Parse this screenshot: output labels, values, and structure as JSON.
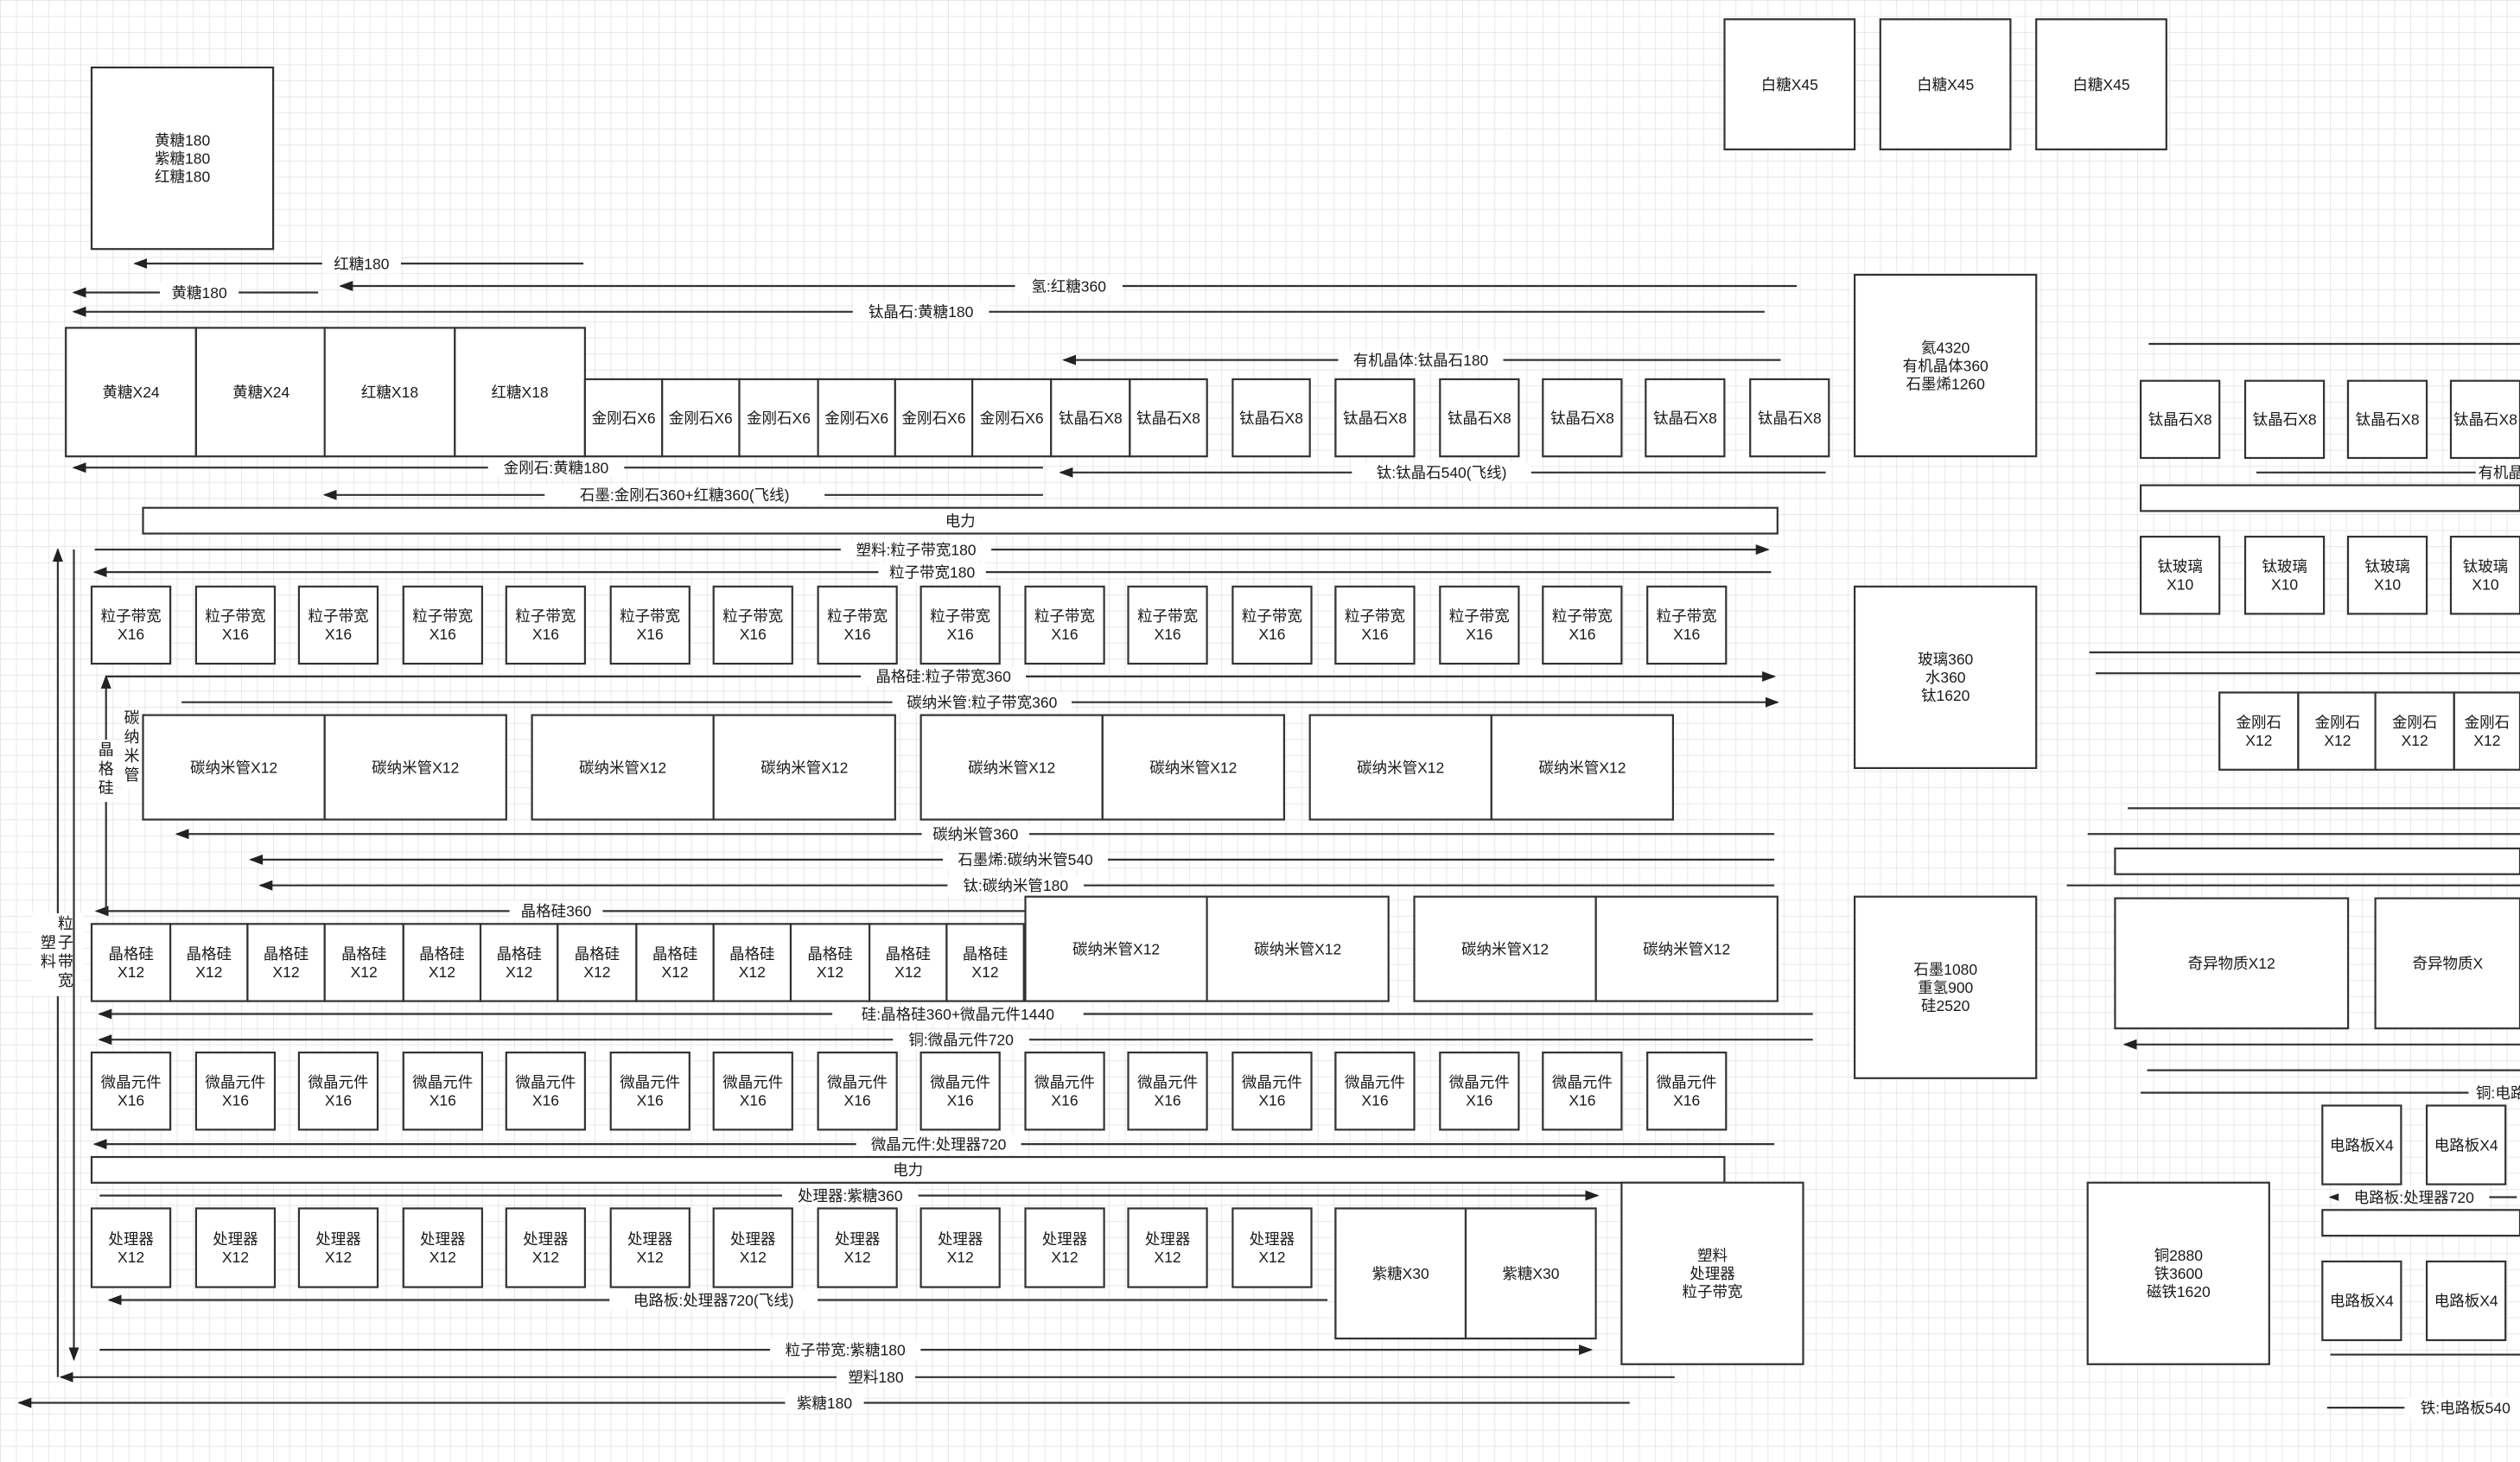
{
  "boxes": [
    {
      "lines": [
        "黄糖180",
        "紫糖180",
        "红糖180"
      ]
    },
    {
      "lines": [
        "白糖X45"
      ]
    },
    {
      "lines": [
        "白糖X45"
      ]
    },
    {
      "lines": [
        "白糖X45"
      ]
    },
    {
      "lines": [
        "黄糖X24"
      ]
    },
    {
      "lines": [
        "黄糖X24"
      ]
    },
    {
      "lines": [
        "红糖X18"
      ]
    },
    {
      "lines": [
        "红糖X18"
      ]
    },
    {
      "lines": [
        "金刚石X6"
      ]
    },
    {
      "lines": [
        "金刚石X6"
      ]
    },
    {
      "lines": [
        "金刚石X6"
      ]
    },
    {
      "lines": [
        "金刚石X6"
      ]
    },
    {
      "lines": [
        "金刚石X6"
      ]
    },
    {
      "lines": [
        "金刚石X6"
      ]
    },
    {
      "lines": [
        "钛晶石X8"
      ]
    },
    {
      "lines": [
        "钛晶石X8"
      ]
    },
    {
      "lines": [
        "钛晶石X8"
      ]
    },
    {
      "lines": [
        "钛晶石X8"
      ]
    },
    {
      "lines": [
        "钛晶石X8"
      ]
    },
    {
      "lines": [
        "钛晶石X8"
      ]
    },
    {
      "lines": [
        "钛晶石X8"
      ]
    },
    {
      "lines": [
        "钛晶石X8"
      ]
    },
    {
      "lines": [
        "氦4320",
        "有机晶体360",
        "石墨烯1260"
      ]
    },
    {
      "lines": [
        "钛晶石X8"
      ]
    },
    {
      "lines": [
        "钛晶石X8"
      ]
    },
    {
      "lines": [
        "钛晶石X8"
      ]
    },
    {
      "lines": [
        "钛晶石X8"
      ]
    },
    {
      "lines": [
        "电力"
      ]
    },
    {
      "lines": [
        "粒子带宽",
        "X16"
      ]
    },
    {
      "lines": [
        "粒子带宽",
        "X16"
      ]
    },
    {
      "lines": [
        "粒子带宽",
        "X16"
      ]
    },
    {
      "lines": [
        "粒子带宽",
        "X16"
      ]
    },
    {
      "lines": [
        "粒子带宽",
        "X16"
      ]
    },
    {
      "lines": [
        "粒子带宽",
        "X16"
      ]
    },
    {
      "lines": [
        "粒子带宽",
        "X16"
      ]
    },
    {
      "lines": [
        "粒子带宽",
        "X16"
      ]
    },
    {
      "lines": [
        "粒子带宽",
        "X16"
      ]
    },
    {
      "lines": [
        "粒子带宽",
        "X16"
      ]
    },
    {
      "lines": [
        "粒子带宽",
        "X16"
      ]
    },
    {
      "lines": [
        "粒子带宽",
        "X16"
      ]
    },
    {
      "lines": [
        "粒子带宽",
        "X16"
      ]
    },
    {
      "lines": [
        "粒子带宽",
        "X16"
      ]
    },
    {
      "lines": [
        "粒子带宽",
        "X16"
      ]
    },
    {
      "lines": [
        "粒子带宽",
        "X16"
      ]
    },
    {
      "lines": [
        "钛玻璃",
        "X10"
      ]
    },
    {
      "lines": [
        "钛玻璃",
        "X10"
      ]
    },
    {
      "lines": [
        "钛玻璃",
        "X10"
      ]
    },
    {
      "lines": [
        "钛玻璃",
        "X10"
      ]
    },
    {
      "lines": [
        "玻璃360",
        "水360",
        "钛1620"
      ]
    },
    {
      "lines": [
        "碳纳米管X12"
      ]
    },
    {
      "lines": [
        "碳纳米管X12"
      ]
    },
    {
      "lines": [
        "碳纳米管X12"
      ]
    },
    {
      "lines": [
        "碳纳米管X12"
      ]
    },
    {
      "lines": [
        "碳纳米管X12"
      ]
    },
    {
      "lines": [
        "碳纳米管X12"
      ]
    },
    {
      "lines": [
        "碳纳米管X12"
      ]
    },
    {
      "lines": [
        "碳纳米管X12"
      ]
    },
    {
      "lines": [
        "金刚石",
        "X12"
      ]
    },
    {
      "lines": [
        "金刚石",
        "X12"
      ]
    },
    {
      "lines": [
        "金刚石",
        "X12"
      ]
    },
    {
      "lines": [
        "金刚石",
        "X12"
      ]
    },
    {
      "lines": [
        "晶格硅",
        "X12"
      ]
    },
    {
      "lines": [
        "晶格硅",
        "X12"
      ]
    },
    {
      "lines": [
        "晶格硅",
        "X12"
      ]
    },
    {
      "lines": [
        "晶格硅",
        "X12"
      ]
    },
    {
      "lines": [
        "晶格硅",
        "X12"
      ]
    },
    {
      "lines": [
        "晶格硅",
        "X12"
      ]
    },
    {
      "lines": [
        "晶格硅",
        "X12"
      ]
    },
    {
      "lines": [
        "晶格硅",
        "X12"
      ]
    },
    {
      "lines": [
        "晶格硅",
        "X12"
      ]
    },
    {
      "lines": [
        "晶格硅",
        "X12"
      ]
    },
    {
      "lines": [
        "晶格硅",
        "X12"
      ]
    },
    {
      "lines": [
        "晶格硅",
        "X12"
      ]
    },
    {
      "lines": [
        "碳纳米管X12"
      ]
    },
    {
      "lines": [
        "碳纳米管X12"
      ]
    },
    {
      "lines": [
        "碳纳米管X12"
      ]
    },
    {
      "lines": [
        "碳纳米管X12"
      ]
    },
    {
      "lines": [
        "石墨1080",
        "重氢900",
        "硅2520"
      ]
    },
    {
      "lines": [
        "奇异物质X12"
      ]
    },
    {
      "lines": [
        "奇异物质X"
      ]
    },
    {
      "lines": [
        "微晶元件",
        "X16"
      ]
    },
    {
      "lines": [
        "微晶元件",
        "X16"
      ]
    },
    {
      "lines": [
        "微晶元件",
        "X16"
      ]
    },
    {
      "lines": [
        "微晶元件",
        "X16"
      ]
    },
    {
      "lines": [
        "微晶元件",
        "X16"
      ]
    },
    {
      "lines": [
        "微晶元件",
        "X16"
      ]
    },
    {
      "lines": [
        "微晶元件",
        "X16"
      ]
    },
    {
      "lines": [
        "微晶元件",
        "X16"
      ]
    },
    {
      "lines": [
        "微晶元件",
        "X16"
      ]
    },
    {
      "lines": [
        "微晶元件",
        "X16"
      ]
    },
    {
      "lines": [
        "微晶元件",
        "X16"
      ]
    },
    {
      "lines": [
        "微晶元件",
        "X16"
      ]
    },
    {
      "lines": [
        "微晶元件",
        "X16"
      ]
    },
    {
      "lines": [
        "微晶元件",
        "X16"
      ]
    },
    {
      "lines": [
        "微晶元件",
        "X16"
      ]
    },
    {
      "lines": [
        "微晶元件",
        "X16"
      ]
    },
    {
      "lines": [
        "电路板X4"
      ]
    },
    {
      "lines": [
        "电路板X4"
      ]
    },
    {
      "lines": [
        "电力"
      ]
    },
    {
      "lines": [
        "处理器",
        "X12"
      ]
    },
    {
      "lines": [
        "处理器",
        "X12"
      ]
    },
    {
      "lines": [
        "处理器",
        "X12"
      ]
    },
    {
      "lines": [
        "处理器",
        "X12"
      ]
    },
    {
      "lines": [
        "处理器",
        "X12"
      ]
    },
    {
      "lines": [
        "处理器",
        "X12"
      ]
    },
    {
      "lines": [
        "处理器",
        "X12"
      ]
    },
    {
      "lines": [
        "处理器",
        "X12"
      ]
    },
    {
      "lines": [
        "处理器",
        "X12"
      ]
    },
    {
      "lines": [
        "处理器",
        "X12"
      ]
    },
    {
      "lines": [
        "处理器",
        "X12"
      ]
    },
    {
      "lines": [
        "处理器",
        "X12"
      ]
    },
    {
      "lines": [
        "紫糖X30"
      ]
    },
    {
      "lines": [
        "紫糖X30"
      ]
    },
    {
      "lines": [
        "塑料",
        "处理器",
        "粒子带宽"
      ]
    },
    {
      "lines": [
        "铜2880",
        "铁3600",
        "磁铁1620"
      ]
    },
    {
      "lines": [
        "电路板X4"
      ]
    },
    {
      "lines": [
        "电路板X4"
      ]
    }
  ],
  "blank_bars": [
    {},
    {},
    {},
    {},
    {},
    {},
    {},
    {},
    {},
    {},
    {},
    {},
    {},
    {},
    {},
    {},
    {},
    {},
    {},
    {},
    {}
  ],
  "flows": [
    {
      "label": "红糖180"
    },
    {
      "label": "氢:红糖360"
    },
    {
      "label": "黄糖180"
    },
    {
      "label": "钛晶石:黄糖180"
    },
    {
      "label": "有机晶体:钛晶石180"
    },
    {
      "label": "金刚石:黄糖180"
    },
    {
      "label": "钛:钛晶石540(飞线)"
    },
    {
      "label": "石墨:金刚石360+红糖360(飞线)"
    },
    {
      "label": "有机晶"
    },
    {
      "label": "塑料:粒子带宽180"
    },
    {
      "label": "粒子带宽180"
    },
    {
      "label": "晶格硅:粒子带宽360"
    },
    {
      "label": "碳纳米管:粒子带宽360"
    },
    {
      "label": "碳纳米管360"
    },
    {
      "label": "石墨烯:碳纳米管540"
    },
    {
      "label": "钛:碳纳米管180"
    },
    {
      "label": "晶格硅360"
    },
    {
      "label": "硅:晶格硅360+微晶元件1440"
    },
    {
      "label": "铜:微晶元件720"
    },
    {
      "label": "铜:电路"
    },
    {
      "label": "微晶元件:处理器720"
    },
    {
      "label": "处理器:紫糖360"
    },
    {
      "label": "电路板:处理器720"
    },
    {
      "label": "电路板:处理器720(飞线)"
    },
    {
      "label": "粒子带宽:紫糖180"
    },
    {
      "label": "塑料180"
    },
    {
      "label": "紫糖180"
    },
    {
      "label": "铁:电路板540"
    },
    {
      "label": ""
    },
    {
      "label": ""
    },
    {
      "label": ""
    },
    {
      "label": ""
    },
    {
      "label": ""
    },
    {
      "label": ""
    },
    {
      "label": ""
    },
    {
      "label": ""
    },
    {
      "label": ""
    }
  ],
  "vertical_flows": [
    {
      "label": [
        "粒",
        "子",
        "塑",
        "带",
        "料",
        "宽"
      ]
    },
    {
      "label": [
        "碳",
        "纳",
        "米",
        "管"
      ]
    },
    {
      "label": [
        "晶",
        "格",
        "硅"
      ]
    }
  ]
}
